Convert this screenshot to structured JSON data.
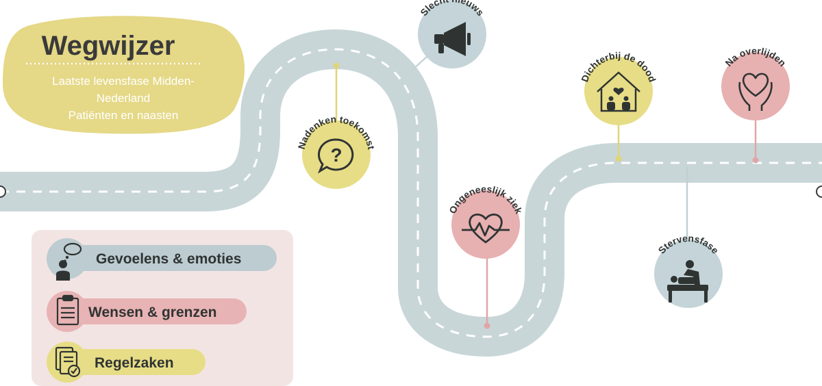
{
  "title": "Wegwijzer",
  "subtitle_lines": [
    "Laatste levensfase Midden-",
    "Nederland",
    "Patiënten en naasten"
  ],
  "milestones": [
    {
      "label": "Nadenken toekomst",
      "icon": "question-speech-icon",
      "theme": "regelzaken"
    },
    {
      "label": "Slecht nieuws",
      "icon": "megaphone-icon",
      "theme": "gevoelens"
    },
    {
      "label": "Ongeneeslijk ziek",
      "icon": "heartbeat-icon",
      "theme": "wensen"
    },
    {
      "label": "Dichterbij de dood",
      "icon": "house-family-icon",
      "theme": "regelzaken"
    },
    {
      "label": "Stervensfase",
      "icon": "care-bed-icon",
      "theme": "gevoelens"
    },
    {
      "label": "Na overlijden",
      "icon": "heart-hands-icon",
      "theme": "wensen"
    }
  ],
  "legend": [
    {
      "label": "Gevoelens & emoties",
      "icon": "person-thought-icon",
      "color": "#bcccd0"
    },
    {
      "label": "Wensen & grenzen",
      "icon": "clipboard-hearts-icon",
      "color": "#e8b3b4"
    },
    {
      "label": "Regelzaken",
      "icon": "documents-check-icon",
      "color": "#e7dd86"
    }
  ],
  "colors": {
    "road": "#c8d6d8",
    "yellow": "#e7dd86",
    "blue": "#c4d4d8",
    "pink": "#e7b0b1",
    "legend_panel": "#f3e4e4",
    "title_blob": "#e5d886"
  }
}
